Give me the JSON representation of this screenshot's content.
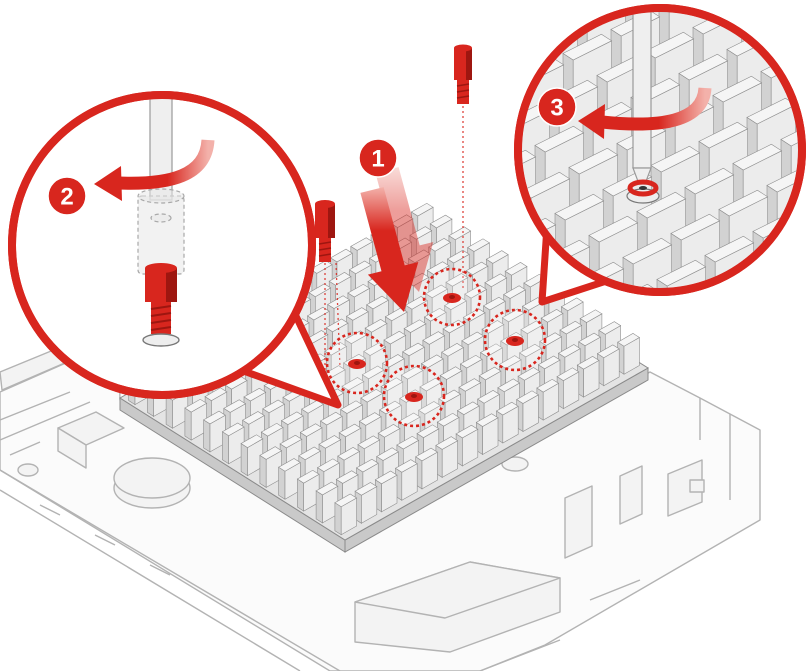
{
  "steps": [
    {
      "label": "1"
    },
    {
      "label": "2"
    },
    {
      "label": "3"
    }
  ],
  "colors": {
    "accent": "#d8261e",
    "accent_light": "#f3b1aa",
    "metal": "#ececec",
    "metal_shade": "#d2d2d2",
    "outline": "#8a8a8a",
    "chassis": "#b3b3b3"
  },
  "icons": {
    "step_marker": "numbered-circle-icon",
    "insert_direction": "down-arrow-icon",
    "tighten_direction": "curved-arrow-icon",
    "tool": "screwdriver-icon"
  }
}
